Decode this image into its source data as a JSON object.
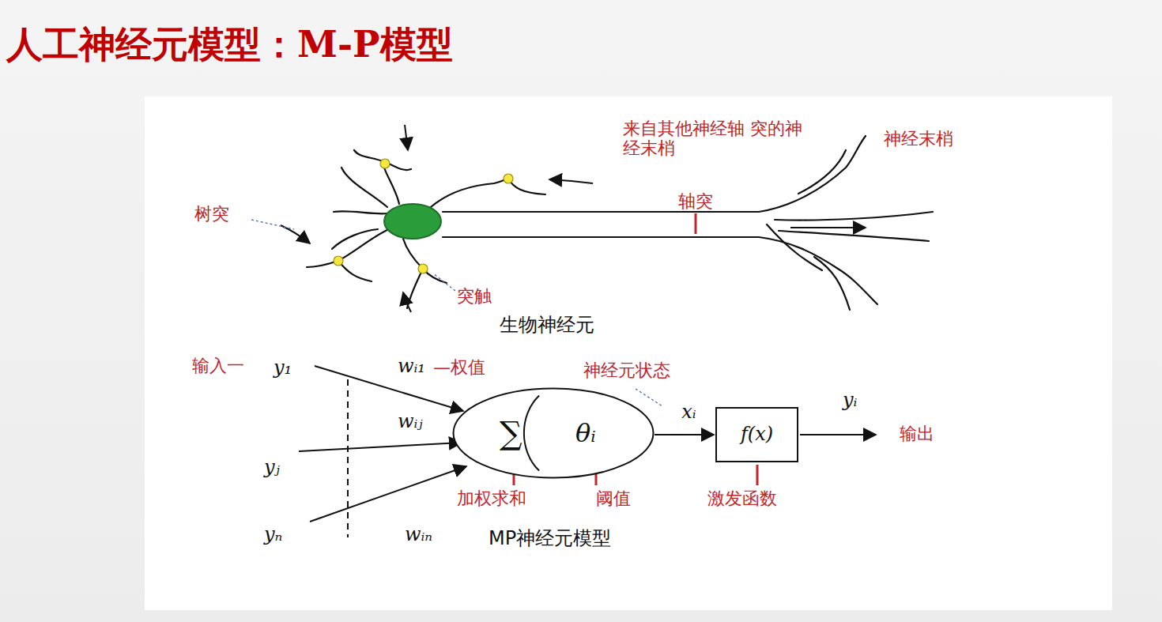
{
  "diagram": {
    "title": "人工神经元模型：M-P模型",
    "nodes": [
      {
        "text": [
          "∑",
          "θᵢ"
        ]
      },
      {
        "text": [
          "f(x)"
        ]
      }
    ],
    "edges": [
      {
        "from": 0,
        "to": 1,
        "arrow": "to",
        "label": "xᵢ"
      }
    ],
    "labels": [
      "来自其他神经轴 突的神经末梢",
      "神经末梢",
      "树突",
      "轴突",
      "突触",
      "生物神经元",
      "输入一",
      "y₁",
      "wᵢ₁",
      "—权值",
      "神经元状态",
      "wᵢⱼ",
      "yⱼ",
      "yₙ",
      "wᵢₙ",
      "yᵢ",
      "输出",
      "加权求和",
      "阈值",
      "激发函数",
      "MP神经元模型"
    ]
  }
}
